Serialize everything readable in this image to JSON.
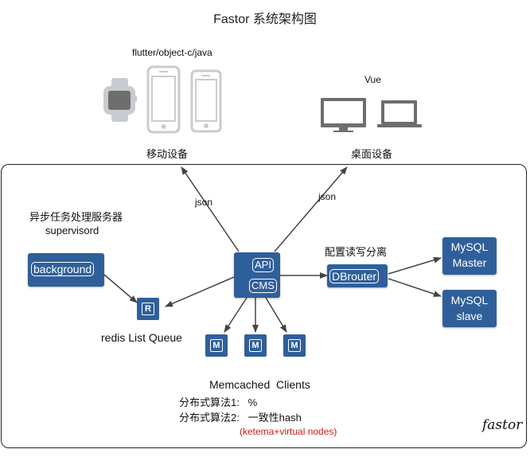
{
  "title": "Fastor 系统架构图",
  "mobile": {
    "platforms": "flutter/object-c/java",
    "label": "移动设备"
  },
  "desktop": {
    "framework": "Vue",
    "label": "桌面设备"
  },
  "edges": {
    "json_left": "json",
    "json_right": "json"
  },
  "async": {
    "title": "异步任务处理服务器",
    "subtitle": "supervisord",
    "worker": "background"
  },
  "redis": {
    "icon_letter": "R",
    "label": "redis List Queue"
  },
  "core": {
    "api": "API",
    "cms": "CMS"
  },
  "db": {
    "rw_split": "配置读写分离",
    "router": "DBrouter",
    "master_line1": "MySQL",
    "master_line2": "Master",
    "slave_line1": "MySQL",
    "slave_line2": "slave"
  },
  "memcached": {
    "icon_letter": "M",
    "title": "Memcached  Clients",
    "algo1": "分布式算法1:   %",
    "algo2": "分布式算法2:   一致性hash",
    "note": "(ketema+virtual nodes)"
  },
  "brand": "fastor",
  "colors": {
    "box": "#2f5f9a",
    "arrow": "#444444",
    "device": "#c8ccd0",
    "device_dark": "#6e6e6e",
    "note": "#d0181b"
  }
}
